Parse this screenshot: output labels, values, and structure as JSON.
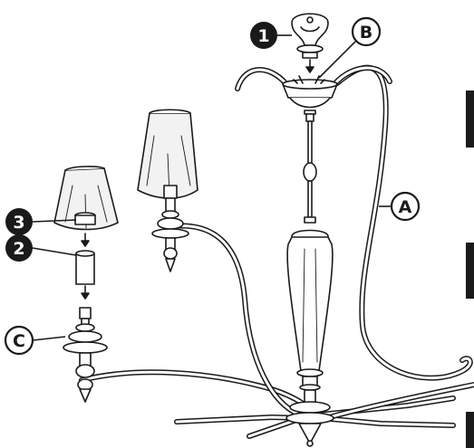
{
  "callouts": {
    "one": "1",
    "two": "2",
    "three": "3",
    "a": "A",
    "b": "B",
    "c": "C"
  },
  "colors": {
    "ink": "#1a1a1a",
    "paper": "#ffffff",
    "shade_fill": "#f2f2f2"
  },
  "icons": {
    "filled_callout": "black-circle-number",
    "outlined_callout": "outlined-circle-letter",
    "assembly_arrow": "arrow-down-icon"
  }
}
